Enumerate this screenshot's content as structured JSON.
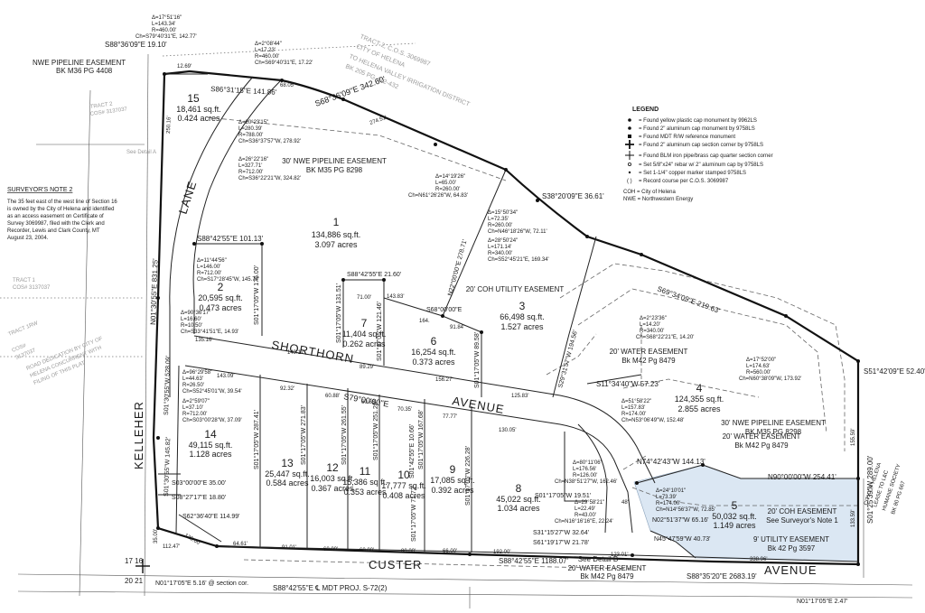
{
  "survey_note": {
    "title": "SURVEYOR'S NOTE 2",
    "lines": [
      "The 35 feet east of the west line of Section 16",
      "is owned by the City of Helena and identified",
      "as an access easement on Certificate of",
      "Survey 3069987, filed with the Clerk and",
      "Recorder, Lewis and Clark County, MT",
      "August 23, 2004."
    ]
  },
  "legend": {
    "title": "LEGEND",
    "items": [
      "= Found yellow plastic cap monument by 9962LS",
      "= Found 2\" aluminum cap monument by 9758LS",
      "= Found MDT R/W reference monument",
      "= Found 2\" aluminum cap section corner by 9758LS",
      "= Found BLM iron pipe/brass cap quarter section corner",
      "= Set 5/8\"x24\" rebar w/ 2\" aluminum cap by 9758LS",
      "= Set 1-1/4\" copper marker stamped 9758LS",
      "= Record course per C.O.S. 3069987"
    ],
    "abbrev": [
      "COH = City of Helena",
      "NWE = Northwestern Energy"
    ]
  },
  "streets": {
    "lane": "LANE",
    "shorthorn": "SHORTHORN",
    "avenue1": "AVENUE",
    "kelleher": "KELLEHER",
    "custer": "CUSTER",
    "avenue2": "AVENUE"
  },
  "lots": {
    "l1": {
      "num": "1",
      "sqft": "134,886 sq.ft.",
      "acres": "3.097 acres"
    },
    "l2": {
      "num": "2",
      "sqft": "20,595 sq.ft.",
      "acres": "0.473 acres"
    },
    "l3": {
      "num": "3",
      "sqft": "66,498 sq.ft.",
      "acres": "1.527 acres"
    },
    "l4": {
      "num": "4",
      "sqft": "124,355 sq.ft.",
      "acres": "2.855 acres"
    },
    "l5": {
      "num": "5",
      "sqft": "50,032 sq.ft.",
      "acres": "1.149 acres"
    },
    "l6": {
      "num": "6",
      "sqft": "16,254 sq.ft.",
      "acres": "0.373 acres"
    },
    "l7": {
      "num": "7",
      "sqft": "11,404 sq.ft.",
      "acres": "0.262 acres"
    },
    "l8": {
      "num": "8",
      "sqft": "45,022 sq.ft.",
      "acres": "1.034 acres"
    },
    "l9": {
      "num": "9",
      "sqft": "17,085 sq.ft.",
      "acres": "0.392 acres"
    },
    "l10": {
      "num": "10",
      "sqft": "17,777 sq.ft.",
      "acres": "0.408 acres"
    },
    "l11": {
      "num": "11",
      "sqft": "15,386 sq.ft.",
      "acres": "0.353 acres"
    },
    "l12": {
      "num": "12",
      "sqft": "16,003 sq.ft.",
      "acres": "0.367 acres"
    },
    "l13": {
      "num": "13",
      "sqft": "25,447 sq.ft.",
      "acres": "0.584 acres"
    },
    "l14": {
      "num": "14",
      "sqft": "49,115 sq.ft.",
      "acres": "1.128 acres"
    },
    "l15": {
      "num": "15",
      "sqft": "18,461 sq.ft.",
      "acres": "0.424 acres"
    }
  },
  "easements": {
    "nwe_top": [
      "NWE PIPELINE EASEMENT",
      "BK M36 PG 4408"
    ],
    "nwe_lot1": [
      "30' NWE PIPELINE EASEMENT",
      "BK M35 PG 8298"
    ],
    "coh_util": "20' COH UTILITY EASEMENT",
    "water_lot3": [
      "20' WATER EASEMENT",
      "Bk M42 Pg 8479"
    ],
    "nwe_lot4": [
      "30' NWE PIPELINE EASEMENT",
      "BK M35 PG 8298"
    ],
    "water_lot4": [
      "20' WATER EASEMENT",
      "Bk M42 Pg 8479"
    ],
    "coh_lot5": [
      "20' COH EASEMENT",
      "See Surveyor's Note 1"
    ],
    "util_lot5": [
      "9' UTILITY EASEMENT",
      "Bk 42 Pg 3597"
    ],
    "water_bottom": [
      "20' WATER EASEMENT",
      "Bk M42 Pg 8479"
    ],
    "see_detail_b": "See Detail B",
    "see_detail_a": "See Detail A",
    "row_dedication": [
      "ROAD DEDICATION BY CITY OF",
      "HELENA CONCURRENT WITH",
      "FILING OF THIS PLAT"
    ]
  },
  "bearings": {
    "b1": "S88°36'09\"E 19.10'",
    "b2": "S86°31'15\"E 141.86'",
    "b3": "S68°36'09\"E 342.60'",
    "b4": "S38°20'09\"E 36.61'",
    "b5": "S69°34'09\"E 219.63'",
    "b6": "S51°42'09\"E 52.40'",
    "b7": "S01°25'39\"W 289.00'",
    "b8": "N01°30'55\"E 831.25'",
    "b9": "S01°30'55\"W 528.09'",
    "b10": "S01°30'55\"W 145.82'",
    "b11": "S88°42'55\"E 101.13'",
    "b12": "S01°17'05\"W 175.00'",
    "b13": "S88°42'55\"E 21.60'",
    "b14": "S01°17'05\"W 131.51'",
    "b15": "S01°17'05\"W 121.46'",
    "b16": "S68°00'00\"E",
    "b17": "S01°17'05\"W 89.58'",
    "b18": "N22°00'00\"E 278.71'",
    "b19": "S29°31'57\"W 194.56'",
    "b20": "S11°34'40\"W 57.23'",
    "b21": "S79°00'00\"E",
    "b22": "N74°42'43\"W 144.13'",
    "b23": "N90°00'00\"W 254.41'",
    "b24": "S01°17'05\"W 19.51'",
    "b25": "N02°51'37\"W 65.16'",
    "b26": "N45°47'59\"W 40.73'",
    "b27": "S31°15'27\"W 32.64'",
    "b28": "S61°19'17\"W 21.78'",
    "b29": "S88°42'55\"E 1188.07'",
    "b30": "S88°35'20\"E 2683.19'",
    "b31": "S88°42'55\"E ℄ MDT PROJ. S-72(2)",
    "b32": "N01°17'05\"E 5.16' @ section cor.",
    "b33": "N01°17'05\"E 2.47'",
    "b34": "S03°00'00\"E 35.00'",
    "b35": "S08°27'17\"E 18.80'",
    "b36": "S62°36'40\"E 114.99'",
    "b37": "S01°17'05\"W 287.41'",
    "b38": "S01°17'05\"W 271.83'",
    "b39": "S01°17'05\"W 261.55'",
    "b40": "S01°17'05\"W 251.28'",
    "b41": "S01°17'05\"W 167.68'",
    "b42": "S01°17'05\"W 226.28'",
    "b43": "S01°42'55\"E 10.66'",
    "b44": "S01°17'05\"W 71.72'"
  },
  "curves": {
    "c1": [
      "Δ=17°51'16\"",
      "L=143.34'",
      "R=460.00'",
      "Ch=S79°40'31\"E, 142.77'"
    ],
    "c2": [
      "Δ=2°08'44\"",
      "L=17.23'",
      "R=460.00'",
      "Ch=S69°40'31\"E, 17.22'"
    ],
    "c3": [
      "Δ=20°23'15\"",
      "L=280.39'",
      "R=788.00'",
      "Ch=S36°37'57\"W, 278.92'"
    ],
    "c4": [
      "Δ=26°22'16\"",
      "L=327.71'",
      "R=712.00'",
      "Ch=S36°22'21\"W, 324.82'"
    ],
    "c5": [
      "Δ=11°44'56\"",
      "L=146.00'",
      "R=712.00'",
      "Ch=S17°28'45\"W, 145.74'"
    ],
    "c6": [
      "Δ=90°36'17\"",
      "L=16.60'",
      "R=10.50'",
      "Ch=S33°41'51\"E, 14.93'"
    ],
    "c7": [
      "Δ=14°19'26\"",
      "L=65.00'",
      "R=260.00'",
      "Ch=N61°26'26\"W, 64.83'"
    ],
    "c8": [
      "Δ=15°50'34\"",
      "L=72.35'",
      "R=260.00'",
      "Ch=N46°18'26\"W, 72.11'"
    ],
    "c9": [
      "Δ=28°50'24\"",
      "L=171.14'",
      "R=340.00'",
      "Ch=S52°45'21\"E, 169.34'"
    ],
    "c10": [
      "Δ=2°23'36\"",
      "L=14.20'",
      "R=340.00'",
      "Ch=S68°22'21\"E, 14.20'"
    ],
    "c11": [
      "Δ=17°52'00\"",
      "L=174.63'",
      "R=560.00'",
      "Ch=N60°38'09\"W, 173.92'"
    ],
    "c12": [
      "Δ=96°29'58\"",
      "L=44.63'",
      "R=26.50'",
      "Ch=S52°45'01\"W, 39.54'"
    ],
    "c13": [
      "Δ=2°59'07\"",
      "L=37.10'",
      "R=712.00'",
      "Ch=S03°00'28\"W, 37.09'"
    ],
    "c14": [
      "Δ=51°58'22\"",
      "L=157.83'",
      "R=174.00'",
      "Ch=N53°06'49\"W, 152.48'"
    ],
    "c15": [
      "Δ=80°11'06\"",
      "L=176.56'",
      "R=126.00'",
      "Ch=N38°51'27\"W, 162.46'"
    ],
    "c16": [
      "Δ=24°10'01\"",
      "L=73.39'",
      "R=174.00'",
      "Ch=N14°56'37\"W, 72.85'"
    ],
    "c17": [
      "Δ=29°58'21\"",
      "L=22.49'",
      "R=43.00'",
      "Ch=N16°16'16\"E, 22.24'"
    ]
  },
  "distances": [
    "12.69'",
    "68.05'",
    "274.51'",
    "250.16'",
    "135.16'",
    "149.17'",
    "143.09'",
    "92.32'",
    "60.88'",
    "60.88'",
    "70.35'",
    "77.77'",
    "130.05'",
    "125.83'",
    "156.27'",
    "89.29'",
    "71.00'",
    "143.83'",
    "164.",
    "91.84'",
    "112.47'",
    "125.00'",
    "64.61'",
    "91.01'",
    "60.00'",
    "60.00'",
    "80.00'",
    "66.00'",
    "192.00'",
    "123.01'",
    "338.96'",
    "155.59'",
    "133.59'",
    "48'",
    "35.00'"
  ],
  "ghost": {
    "tract2": [
      "TRACT 2, C.O.S. 3069987",
      "CITY OF HELENA",
      "TO HELENA VALLEY IRRIGATION DISTRICT",
      "BK 205 PG 412-432"
    ],
    "tract1": [
      "TRACT 1",
      "COS# 3137037"
    ],
    "tract1rw": "TRACT 1RW",
    "cos": [
      "COS#",
      "3137037"
    ],
    "west_cos": [
      "TRACT 2",
      "COS# 3137037"
    ],
    "east": [
      "CITY OF HELENA",
      "LEASE TO L&C",
      "HUMANE SOCIETY",
      "BK 80 PG 667"
    ],
    "section": [
      "17 16",
      "20 21"
    ]
  },
  "colors": {
    "lot5_fill": "#dbe7f3",
    "lines": "#111111"
  }
}
